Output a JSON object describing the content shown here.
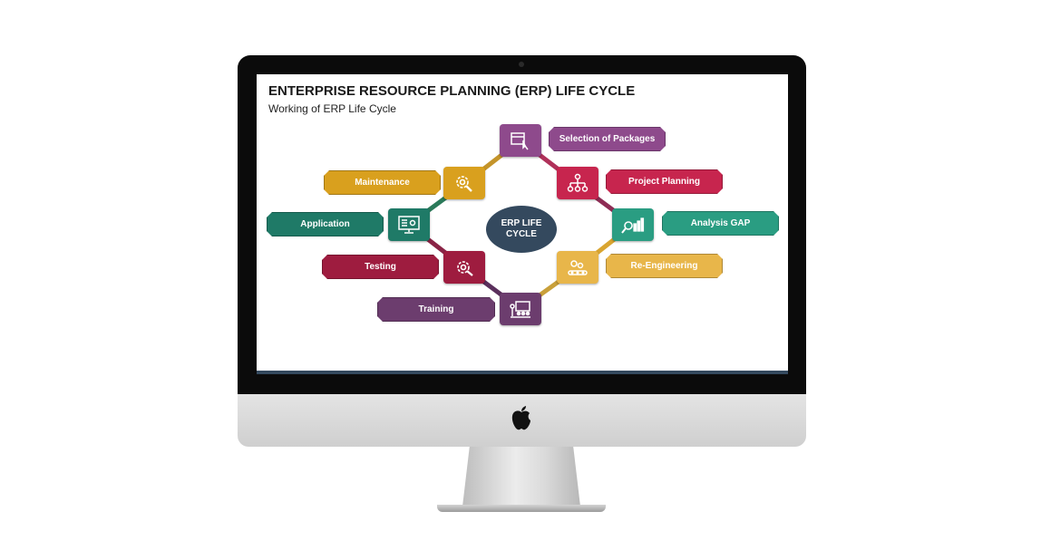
{
  "slide": {
    "title": "ENTERPRISE RESOURCE PLANNING (ERP) LIFE CYCLE",
    "subtitle": "Working of ERP Life Cycle"
  },
  "diagram": {
    "center_label": "ERP LIFE CYCLE",
    "stages": [
      {
        "label": "Selection of Packages",
        "color": "#8e4a8c",
        "icon": "package-selection-icon"
      },
      {
        "label": "Project Planning",
        "color": "#c7254e",
        "icon": "org-chart-icon"
      },
      {
        "label": "Analysis GAP",
        "color": "#2a9d82",
        "icon": "analysis-chart-icon"
      },
      {
        "label": "Re-Engineering",
        "color": "#e8b64a",
        "icon": "gears-conveyor-icon"
      },
      {
        "label": "Training",
        "color": "#6c3d6e",
        "icon": "training-presentation-icon"
      },
      {
        "label": "Testing",
        "color": "#9e1c3f",
        "icon": "gear-wrench-icon"
      },
      {
        "label": "Application",
        "color": "#1f7a67",
        "icon": "monitor-settings-icon"
      },
      {
        "label": "Maintenance",
        "color": "#d9a01e",
        "icon": "wrench-gear-icon"
      }
    ]
  }
}
